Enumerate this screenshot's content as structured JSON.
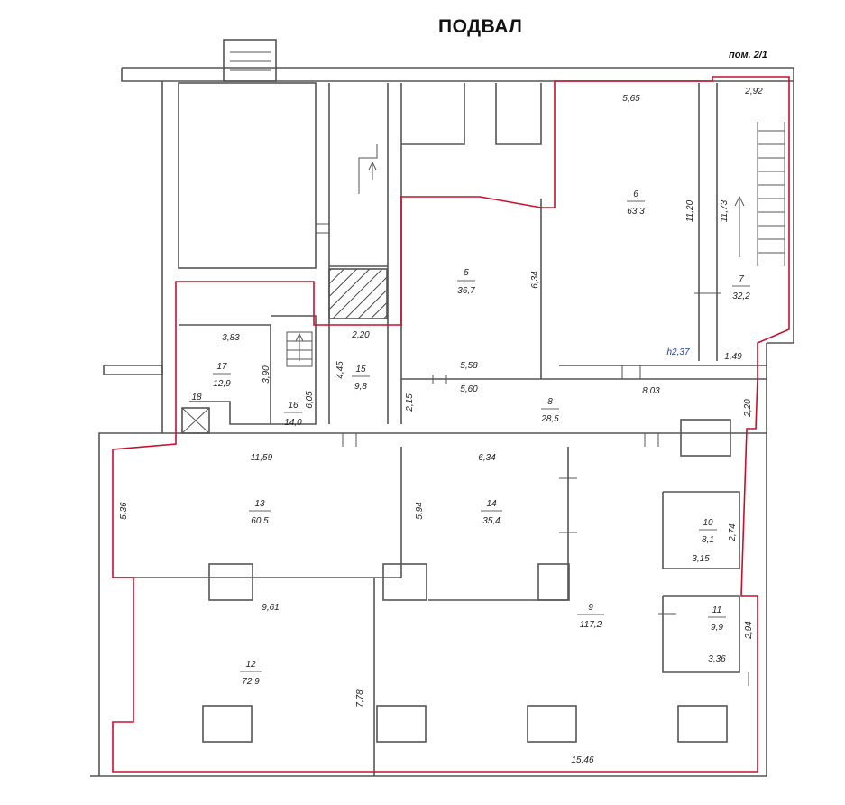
{
  "plan": {
    "title": "ПОДВАЛ",
    "corner_tag": "пом. 2/1",
    "height_label": "h2,37",
    "rooms": [
      {
        "number": "5",
        "area": "36,7"
      },
      {
        "number": "6",
        "area": "63,3"
      },
      {
        "number": "7",
        "area": "32,2"
      },
      {
        "number": "8",
        "area": "28,5"
      },
      {
        "number": "9",
        "area": "117,2"
      },
      {
        "number": "10",
        "area": "8,1"
      },
      {
        "number": "11",
        "area": "9,9"
      },
      {
        "number": "12",
        "area": "72,9"
      },
      {
        "number": "13",
        "area": "60,5"
      },
      {
        "number": "14",
        "area": "35,4"
      },
      {
        "number": "15",
        "area": "9,8"
      },
      {
        "number": "16",
        "area": "14,0"
      },
      {
        "number": "17",
        "area": "12,9"
      },
      {
        "number": "18",
        "area": ""
      }
    ],
    "dimensions": [
      "5,65",
      "2,92",
      "11,20",
      "11,73",
      "6,34",
      "5,58",
      "5,60",
      "2,20",
      "3,83",
      "3,90",
      "4,45",
      "6,05",
      "2,15",
      "8,03",
      "1,49",
      "2,20",
      "11,59",
      "6,34",
      "5,36",
      "5,94",
      "2,74",
      "3,15",
      "9,61",
      "2,94",
      "3,36",
      "7,78",
      "15,46"
    ]
  },
  "colors": {
    "wall": "#555555",
    "boundary": "#c8102e",
    "text": "#222222"
  }
}
